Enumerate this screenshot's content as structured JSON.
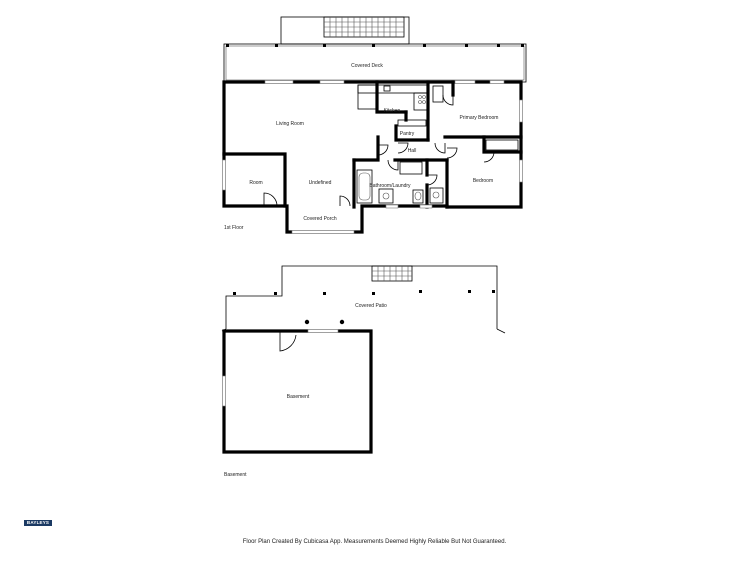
{
  "floors": [
    {
      "name": "1st Floor",
      "rooms": {
        "covered_deck": "Covered Deck",
        "kitchen": "Kitchen",
        "living_room": "Living Room",
        "pantry": "Pantry",
        "primary_bedroom": "Primary Bedroom",
        "hall": "Hall",
        "room": "Room",
        "undefined": "Undefined",
        "bathroom_laundry": "Bathroom/Laundry",
        "bedroom": "Bedroom",
        "covered_porch": "Covered Porch"
      }
    },
    {
      "name": "Basement",
      "rooms": {
        "covered_patio": "Covered Patio",
        "basement": "Basement"
      }
    }
  ],
  "brand": {
    "logo_text": "BAYLEYS",
    "color": "#1b3a63"
  },
  "footer": "Floor Plan Created By Cubicasa App. Measurements Deemed Highly Reliable But Not Guaranteed."
}
